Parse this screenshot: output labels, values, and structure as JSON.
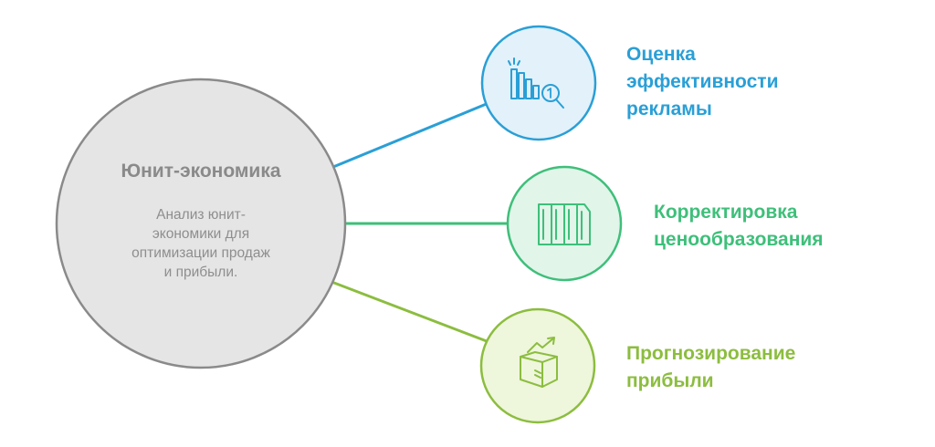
{
  "hub": {
    "title": "Юнит-экономика",
    "description": "Анализ юнит-\nэкономики для\nоптимизации продаж\nи прибыли."
  },
  "branches": [
    {
      "label": "Оценка\nэффективности\nрекламы",
      "icon": "bar-chart-magnifier-icon",
      "color": "#2a9fd6",
      "fill": "#e2f1fa"
    },
    {
      "label": "Корректировка\nценообразования",
      "icon": "price-columns-icon",
      "color": "#3ebf7a",
      "fill": "#e1f5e9"
    },
    {
      "label": "Прогнозирование\nприбыли",
      "icon": "box-growth-arrow-icon",
      "color": "#8cbd3f",
      "fill": "#eef6dc"
    }
  ],
  "colors": {
    "hub_fill": "#e5e5e5",
    "hub_stroke": "#8a8a8a"
  }
}
